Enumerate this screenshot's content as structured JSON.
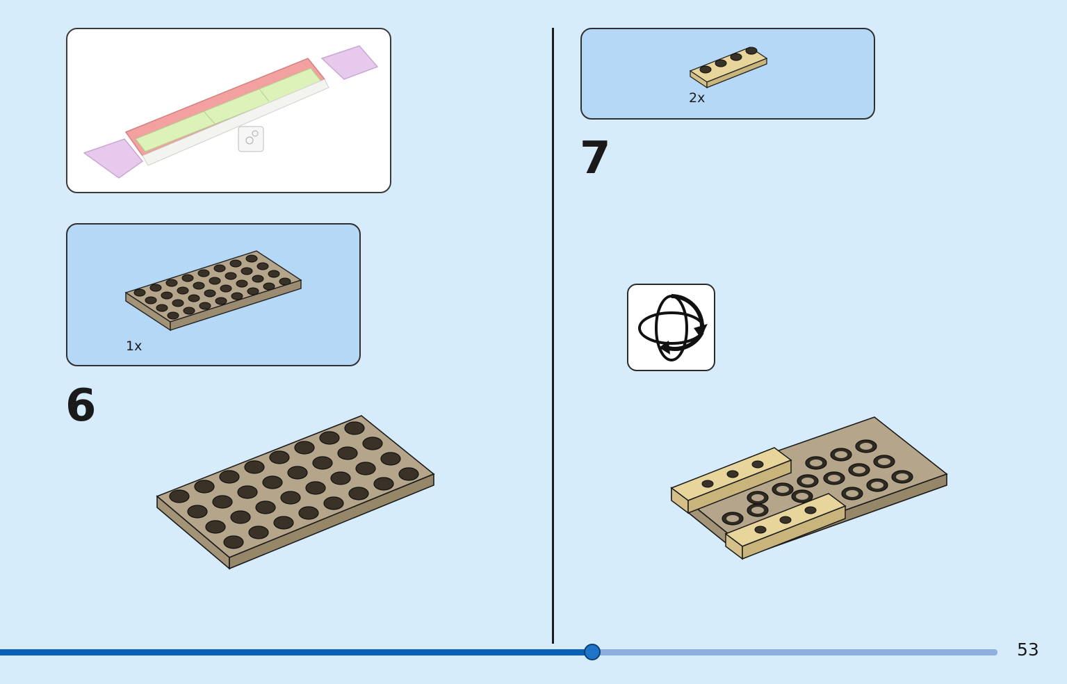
{
  "step_6": {
    "number": "6",
    "parts": [
      {
        "quantity": "1x",
        "piece_icon": "plate-4x8-dark-tan-icon"
      }
    ]
  },
  "step_7": {
    "number": "7",
    "parts": [
      {
        "quantity": "2x",
        "piece_icon": "plate-1x4-tan-icon"
      }
    ],
    "callout_icon": "rotate-model-icon"
  },
  "overview_icon": "assembled-bridge-model-icon",
  "footer": {
    "page_number": "53",
    "progress": 0.59
  },
  "colors": {
    "background": "#d6ecfa",
    "parts_box": "#b4d8f6",
    "dark_tan": "#b5a58b",
    "tan": "#e7d59c",
    "progress_fill": "#0b61b5",
    "progress_track": "#8fb0df"
  }
}
